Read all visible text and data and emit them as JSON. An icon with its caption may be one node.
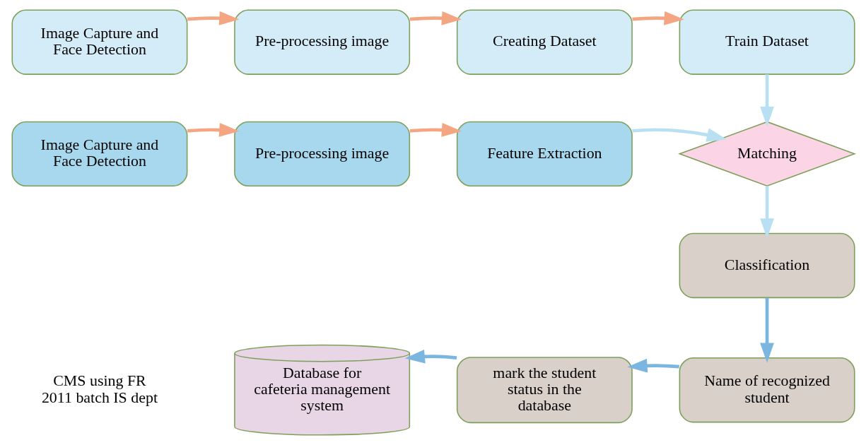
{
  "diagram": {
    "nodes": [
      {
        "text": [
          "Image Capture and Face Detection"
        ]
      },
      {
        "text": [
          "Pre-processing image"
        ]
      },
      {
        "text": [
          "Creating Dataset"
        ]
      },
      {
        "text": [
          "Train Dataset"
        ]
      },
      {
        "text": [
          "Image Capture and Face Detection"
        ]
      },
      {
        "text": [
          "Pre-processing image"
        ]
      },
      {
        "text": [
          "Feature Extraction"
        ]
      },
      {
        "text": [
          "Matching"
        ]
      },
      {
        "text": [
          "Classification"
        ]
      },
      {
        "text": [
          "Name of recognized student"
        ]
      },
      {
        "text": [
          "mark the student status in the database"
        ]
      },
      {
        "text": [
          "Database for cafeteria management system"
        ]
      }
    ],
    "edges": [
      {
        "from": 0,
        "to": 1,
        "arrow": "to",
        "color": "#f4a582"
      },
      {
        "from": 1,
        "to": 2,
        "arrow": "to",
        "color": "#f4a582"
      },
      {
        "from": 2,
        "to": 3,
        "arrow": "to",
        "color": "#f4a582"
      },
      {
        "from": 3,
        "to": 7,
        "arrow": "to",
        "color": "#b9e0f2"
      },
      {
        "from": 4,
        "to": 5,
        "arrow": "to",
        "color": "#f4a582"
      },
      {
        "from": 5,
        "to": 6,
        "arrow": "to",
        "color": "#f4a582"
      },
      {
        "from": 6,
        "to": 7,
        "arrow": "to",
        "color": "#b9e0f2"
      },
      {
        "from": 7,
        "to": 8,
        "arrow": "to",
        "color": "#b9e0f2"
      },
      {
        "from": 8,
        "to": 9,
        "arrow": "to",
        "color": "#7ab6e0"
      },
      {
        "from": 9,
        "to": 10,
        "arrow": "to",
        "color": "#7ab6e0"
      },
      {
        "from": 10,
        "to": 11,
        "arrow": "to",
        "color": "#7ab6e0"
      }
    ],
    "labels": [
      "CMS using FR",
      "2011 batch IS dept"
    ]
  }
}
